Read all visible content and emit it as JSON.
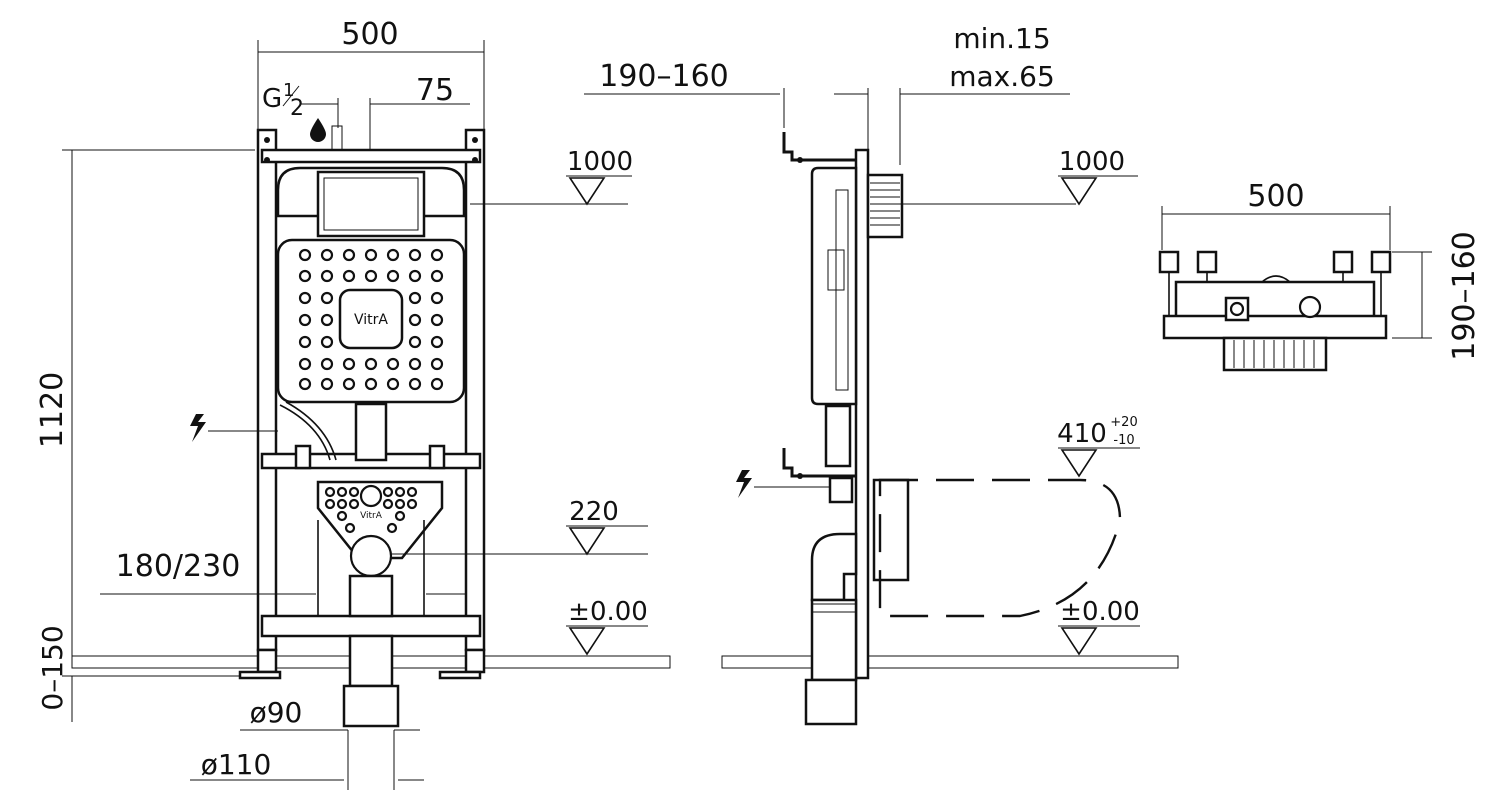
{
  "front_view": {
    "width_label": "500",
    "thread_label_main": "G",
    "thread_label_num": "1",
    "thread_label_den": "2",
    "offset_label": "75",
    "height_label": "1120",
    "adjust_label": "0–150",
    "button_level": "1000",
    "outlet_level": "220",
    "floor_level": "±0.00",
    "side_distance_label": "180/230",
    "pipe_small_label": "ø90",
    "pipe_large_label": "ø110",
    "brand_label": "VitrA",
    "brand_label_small": "VitrA"
  },
  "side_view": {
    "depth_label": "190–160",
    "min_label": "min.15",
    "max_label": "max.65",
    "button_level": "1000",
    "bowl_level_base": "410",
    "bowl_tol_plus": "+20",
    "bowl_tol_minus": "-10",
    "floor_level": "±0.00"
  },
  "top_view": {
    "width_label": "500",
    "depth_label": "190–160"
  },
  "icons": [
    "electric-bolt-icon",
    "water-drop-icon",
    "level-triangle-icon"
  ],
  "colors": {
    "line": "#111111",
    "background": "#ffffff",
    "ground_hatch": "#555555"
  }
}
